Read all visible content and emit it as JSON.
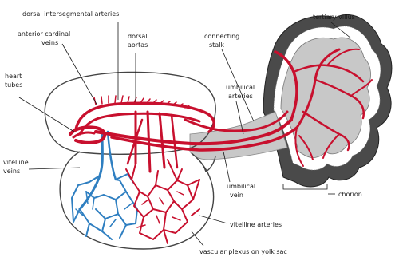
{
  "labels": {
    "dorsal_intersegmental_arteries": "dorsal intersegmental arteries",
    "tertiary_villus": "tertiary villus",
    "anterior_cardinal_veins_line1": "anterior cardinal",
    "anterior_cardinal_veins_line2": "veins",
    "dorsal_aortas_line1": "dorsal",
    "dorsal_aortas_line2": "aortas",
    "connecting_stalk_line1": "connecting",
    "connecting_stalk_line2": "stalk",
    "heart_tubes_line1": "heart",
    "heart_tubes_line2": "tubes",
    "umbilical_arteries_line1": "umbilical",
    "umbilical_arteries_line2": "arteries",
    "vitelline_veins_line1": "vitelline",
    "vitelline_veins_line2": "veins",
    "umbilical_vein_line1": "umbilical",
    "umbilical_vein_line2": "vein",
    "chorion": "chorion",
    "vitelline_arteries": "vitelline arteries",
    "vascular_plexus": "vascular plexus on yolk sac"
  },
  "colors": {
    "artery": "#c8102e",
    "vein_plexus": "#2f7fc1",
    "chorion_dark": "#4a4a4a",
    "stalk_gray": "#c8c8c8"
  }
}
